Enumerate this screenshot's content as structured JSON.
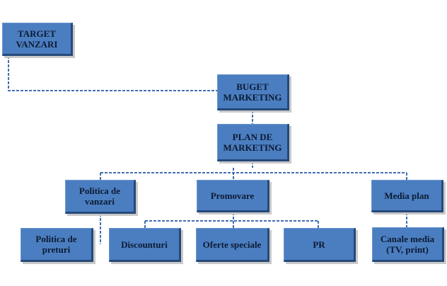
{
  "nodes": {
    "target_vanzari": "TARGET\nVANZARI",
    "buget_marketing": "BUGET\nMARKETING",
    "plan_marketing": "PLAN DE\nMARKETING",
    "politica_vanzari": "Politica de\nvanzari",
    "promovare": "Promovare",
    "media_plan": "Media plan",
    "politica_preturi": "Politica de\npreturi",
    "discounturi": "Discounturi",
    "oferte_speciale": "Oferte speciale",
    "pr": "PR",
    "canale_media": "Canale media\n(TV, print)"
  },
  "colors": {
    "box_fill": "#4a7ec0",
    "box_border": "#25497a",
    "text": "#0d1a33",
    "connector": "#3f6fb0"
  }
}
